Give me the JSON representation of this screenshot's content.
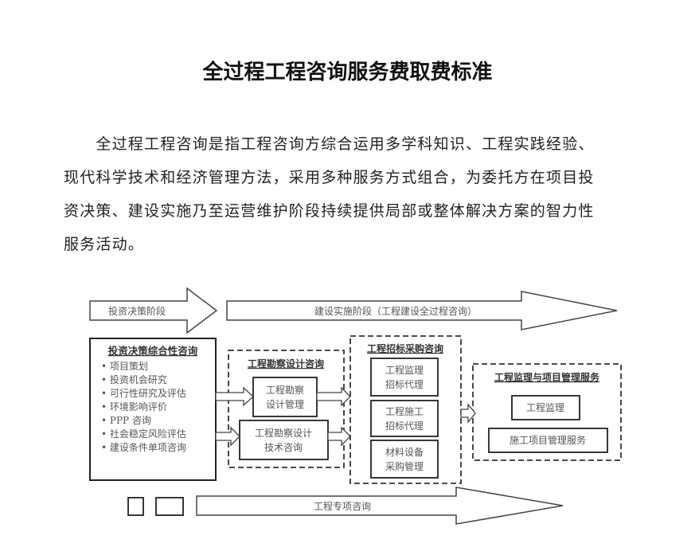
{
  "title": "全过程工程咨询服务费取费标准",
  "paragraph_lines": [
    "　　全过程工程咨询是指工程咨询方综合运用多学科知识、工程实践经验、",
    "现代科学技术和经济管理方法，采用多种服务方式组合，为委托方在项目投",
    "资决策、建设实施乃至运营维护阶段持续提供局部或整体解决方案的智力性",
    "服务活动。"
  ],
  "diagram": {
    "stage1": "投资决策阶段",
    "stage2": "建设实施阶段（工程建设全过程咨询）",
    "special": "工程专项咨询",
    "investment": {
      "heading": "投资决策综合性咨询",
      "items": [
        "• 项目策划",
        "• 投资机会研究",
        "• 可行性研究及评估",
        "• 环境影响评价",
        "• PPP 咨询",
        "• 社会稳定风险评估",
        "• 建设条件单项咨询"
      ]
    },
    "survey": {
      "heading": "工程勘察设计咨询",
      "box1": [
        "工程勘察",
        "设计管理"
      ],
      "box2": [
        "工程勘察设计",
        "技术咨询"
      ]
    },
    "bidding": {
      "heading": "工程招标采购咨询",
      "box1": [
        "工程监理",
        "招标代理"
      ],
      "box2": [
        "工程施工",
        "招标代理"
      ],
      "box3": [
        "材料设备",
        "采购管理"
      ]
    },
    "supervision": {
      "heading": "工程监理与项目管理服务",
      "box1": "工程监理",
      "box2": "施工项目管理服务"
    }
  }
}
